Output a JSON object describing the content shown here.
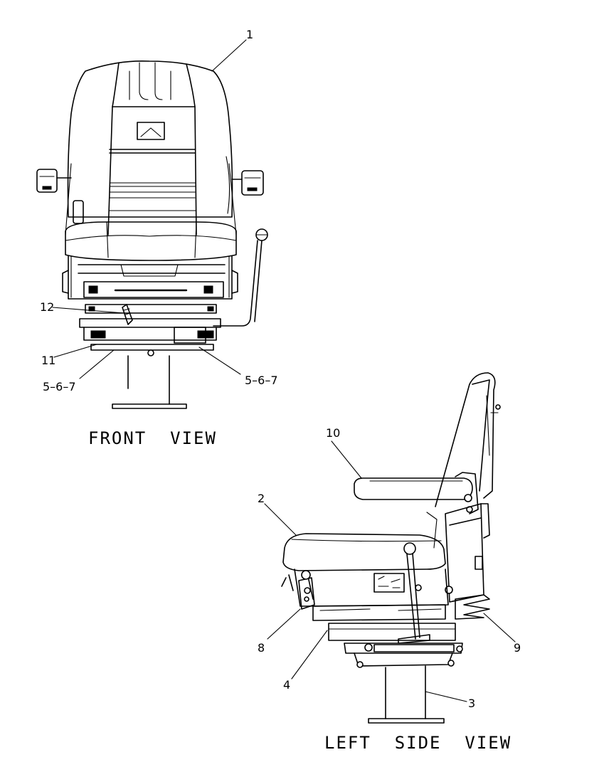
{
  "views": {
    "front": {
      "title": "FRONT  VIEW"
    },
    "side": {
      "title": "LEFT  SIDE  VIEW"
    }
  },
  "callouts": {
    "c1": "1",
    "c2": "2",
    "c3": "3",
    "c4": "4",
    "c8": "8",
    "c9": "9",
    "c10": "10",
    "c11": "11",
    "c12": "12",
    "c567_left": "5–6–7",
    "c567_right": "5–6–7"
  }
}
